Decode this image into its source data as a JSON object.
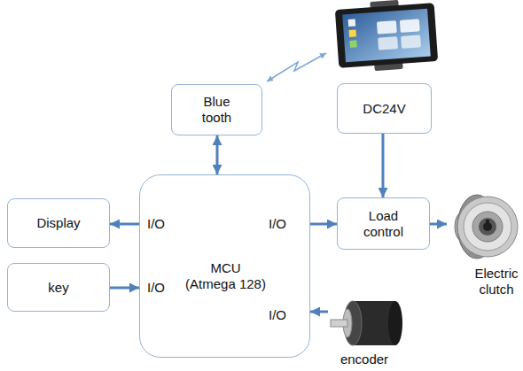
{
  "diagram": {
    "nodes": [
      {
        "text": [
          "Blue tooth"
        ]
      },
      {
        "text": [
          "DC24V"
        ]
      },
      {
        "text": [
          "Display"
        ]
      },
      {
        "text": [
          "MCU (Atmega 128)",
          "I/O",
          "I/O",
          "I/O",
          "I/O"
        ]
      },
      {
        "text": [
          "key"
        ]
      },
      {
        "text": [
          "Load control"
        ]
      },
      {
        "text": [
          "Electric clutch"
        ]
      },
      {
        "text": [
          "encoder"
        ]
      }
    ],
    "edges": [
      {
        "from": 3,
        "to": 0,
        "arrow": "both"
      },
      {
        "from": 1,
        "to": 5,
        "arrow": "to"
      },
      {
        "from": 3,
        "to": 2,
        "arrow": "to"
      },
      {
        "from": 4,
        "to": 3,
        "arrow": "to"
      },
      {
        "from": 3,
        "to": 5,
        "arrow": "to"
      },
      {
        "from": 5,
        "to": 6,
        "arrow": "to"
      },
      {
        "from": 7,
        "to": 3,
        "arrow": "to"
      }
    ]
  }
}
